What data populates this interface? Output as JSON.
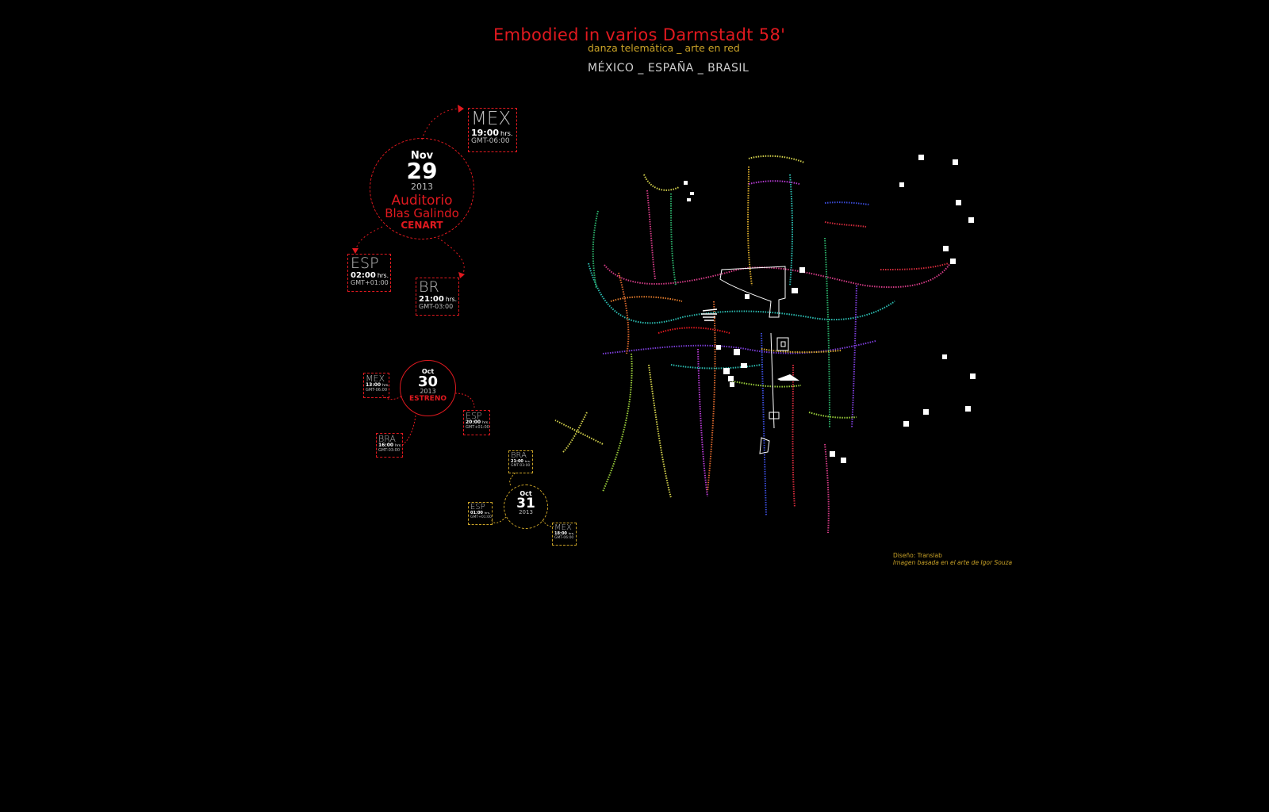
{
  "header": {
    "title": "Embodied in varios Darmstadt 58'",
    "subtitle": "danza telemática _ arte en red",
    "countries": "MÉXICO _ ESPAÑA _ BRASIL"
  },
  "event_nov29": {
    "month": "Nov",
    "day": "29",
    "year": "2013",
    "venue_line1": "Auditorio",
    "venue_line2": "Blas Galindo",
    "venue_line3": "CENART",
    "mex": {
      "code": "MEX",
      "time": "19:00",
      "hrs": "hrs.",
      "gmt": "GMT-06:00"
    },
    "esp": {
      "code": "ESP",
      "time": "02:00",
      "hrs": "hrs.",
      "gmt": "GMT+01:00"
    },
    "br": {
      "code": "BR",
      "time": "21:00",
      "hrs": "hrs.",
      "gmt": "GMT-03:00"
    }
  },
  "event_oct30": {
    "month": "Oct",
    "day": "30",
    "year": "2013",
    "label": "ESTRENO",
    "mex": {
      "code": "MEX",
      "time": "13:00",
      "hrs": "hrs.",
      "gmt": "GMT-06:00"
    },
    "esp": {
      "code": "ESP",
      "time": "20:00",
      "hrs": "hrs.",
      "gmt": "GMT+01:00"
    },
    "bra": {
      "code": "BRA",
      "time": "16:00",
      "hrs": "hrs.",
      "gmt": "GMT-03:00"
    }
  },
  "event_oct31": {
    "month": "Oct",
    "day": "31",
    "year": "2013",
    "bra": {
      "code": "BRA",
      "time": "21:00",
      "hrs": "hrs.",
      "gmt": "GMT-03:00"
    },
    "esp": {
      "code": "ESP",
      "time": "01:00",
      "hrs": "hrs.",
      "gmt": "GMT+01:00"
    },
    "mex": {
      "code": "MEX",
      "time": "18:00",
      "hrs": "hrs.",
      "gmt": "GMT-06:00"
    }
  },
  "credits": {
    "design": "Diseño: Translab",
    "image_credit": "Imagen basada en el arte de Igor Souza"
  },
  "colors": {
    "red": "#e0191f",
    "gold": "#c9a227",
    "gray": "#bdbdbd"
  }
}
